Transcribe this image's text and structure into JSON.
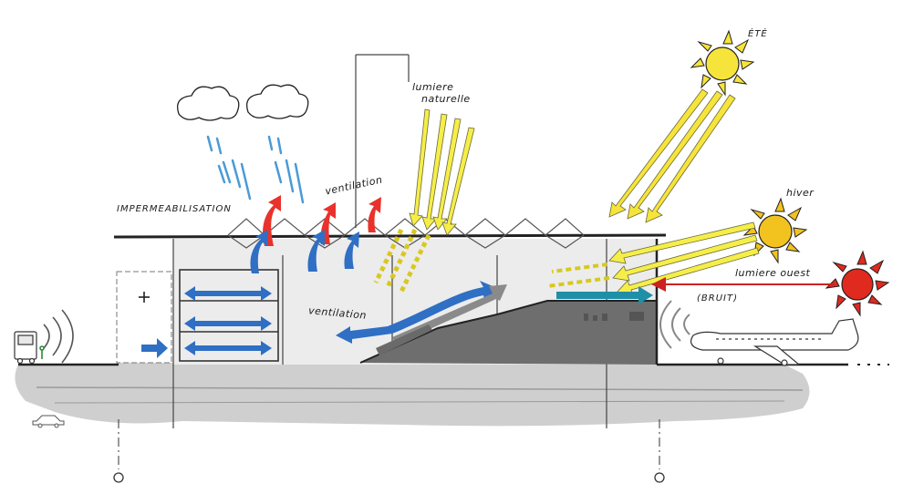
{
  "labels": {
    "impermeabilisation": "impermeabilisation",
    "ventilation_top": "ventilation",
    "ventilation_inner": "ventilation",
    "lumiere_naturelle_line1": "lumiere",
    "lumiere_naturelle_line2": "naturelle",
    "ete": "été",
    "hiver": "hiver",
    "lumiere_ouest": "lumiere ouest",
    "bruit": "(bruit)"
  },
  "icons": [
    "cloud-icon",
    "sun-icon",
    "airplane-icon",
    "car-icon",
    "bus-icon",
    "plus-icon"
  ],
  "colors": {
    "ground": "#cfcfcf",
    "rain": "#4a9bd6",
    "air_warm": "#e8322b",
    "air_flow": "#2f6fc4",
    "sun_summer": "#f7e43a",
    "sun_winter": "#f2c31f",
    "sun_west": "#e02a20",
    "ink": "#222222",
    "light_rays": "#f6ee48",
    "gray_arrow": "#8a8a8a",
    "teal": "#1f8fa8"
  }
}
